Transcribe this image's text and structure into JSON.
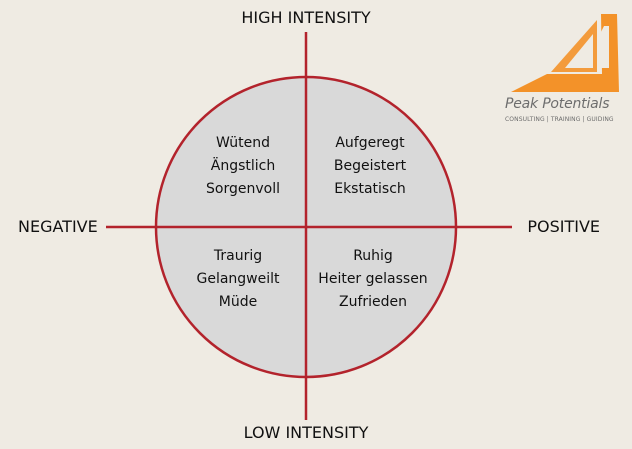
{
  "colors": {
    "background": "#efebe3",
    "circle_fill": "#d9d9d9",
    "axis_line": "#b3232c",
    "logo_orange": "#f39229"
  },
  "axes": {
    "top": "HIGH INTENSITY",
    "bottom": "LOW INTENSITY",
    "left": "NEGATIVE",
    "right": "POSITIVE"
  },
  "quadrants": {
    "high_negative": [
      "Wütend",
      "Ängstlich",
      "Sorgenvoll"
    ],
    "high_positive": [
      "Aufgeregt",
      "Begeistert",
      "Ekstatisch"
    ],
    "low_negative": [
      "Traurig",
      "Gelangweilt",
      "Müde"
    ],
    "low_positive": [
      "Ruhig",
      "Heiter gelassen",
      "Zufrieden"
    ]
  },
  "logo": {
    "name": "Peak Potentials",
    "tagline": "CONSULTING | TRAINING | GUIDING",
    "icon": "triangle-icon"
  }
}
